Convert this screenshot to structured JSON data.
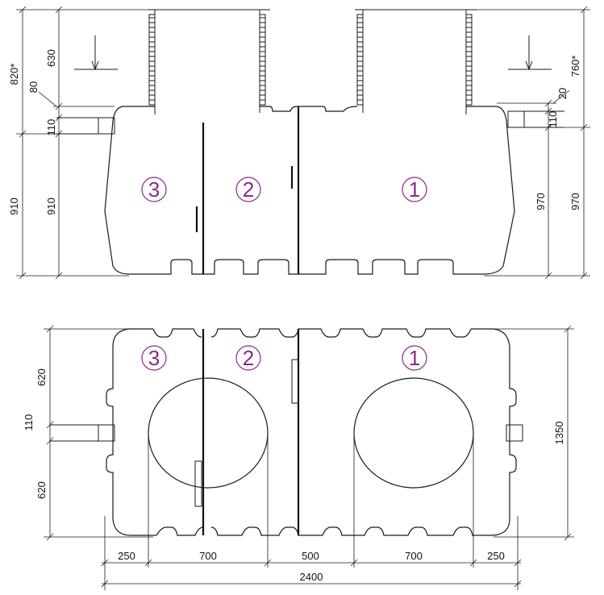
{
  "colors": {
    "line": "#1a1a1a",
    "chamber_label": "#8b2a8b",
    "background": "#ffffff"
  },
  "elevation": {
    "chambers": [
      "3",
      "2",
      "1"
    ],
    "dims_left": [
      "820*",
      "630",
      "80",
      "110",
      "910",
      "910"
    ],
    "dims_right": [
      "760*",
      "20",
      "110",
      "970",
      "970"
    ]
  },
  "plan": {
    "chambers": [
      "3",
      "2",
      "1"
    ],
    "dims_left": [
      "620",
      "110",
      "620"
    ],
    "dims_right": [
      "1350"
    ],
    "dims_bottom": [
      "250",
      "700",
      "500",
      "700",
      "250"
    ],
    "dim_total": "2400"
  }
}
